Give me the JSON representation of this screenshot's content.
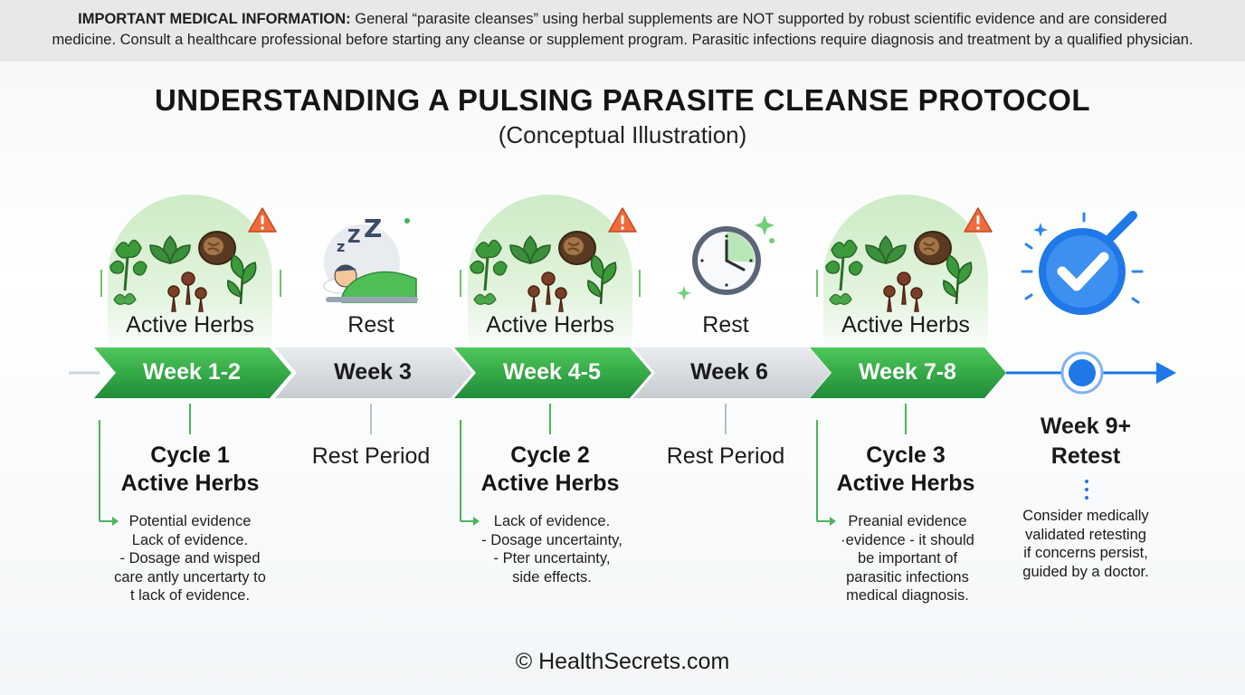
{
  "banner": {
    "lead": "IMPORTANT MEDICAL INFORMATION:",
    "text1": " General “parasite cleanses” using herbal supplements are NOT supported by robust scientific evidence and are considered",
    "text2": "medicine. Consult a healthcare professional before starting any cleanse or supplement program. Parasitic infections require diagnosis and treatment by a qualified physician."
  },
  "title": "UNDERSTANDING A PULSING PARASITE CLEANSE PROTOCOL",
  "subtitle": "(Conceptual Illustration)",
  "phases": [
    {
      "label": "Active Herbs",
      "week": "Week 1-2",
      "cycle_title": "Cycle 1",
      "cycle_sub": "Active Herbs",
      "notes": [
        "Potential evidence",
        "Lack of evidence.",
        "- Dosage and wisped",
        "care antly uncertarty to",
        "t lack of evidence."
      ]
    },
    {
      "label": "Rest",
      "week": "Week 3",
      "rest_title": "Rest Period"
    },
    {
      "label": "Active Herbs",
      "week": "Week 4-5",
      "cycle_title": "Cycle 2",
      "cycle_sub": "Active Herbs",
      "notes": [
        "Lack of evidence.",
        "- Dosage uncertainty,",
        "- Pter uncertainty,",
        "side effects."
      ]
    },
    {
      "label": "Rest",
      "week": "Week 6",
      "rest_title": "Rest Period"
    },
    {
      "label": "Active Herbs",
      "week": "Week 7-8",
      "cycle_title": "Cycle 3",
      "cycle_sub": "Active Herbs",
      "notes": [
        "Preanial evidence",
        "·evidence - it should",
        "be important of",
        "parasitic infections",
        "medical diagnosis."
      ]
    }
  ],
  "retest": {
    "title": "Week 9+",
    "sub": "Retest",
    "notes": [
      "Consider medically",
      "validated retesting",
      "if concerns persist,",
      "guided by a doctor."
    ]
  },
  "footer": "© HealthSecrets.com",
  "colors": {
    "green": "#2fa84a",
    "green_dark": "#1f8c37",
    "grey": "#d4d8dd",
    "blue": "#1e78e8",
    "warning": "#e8542c"
  },
  "icons": [
    "herb-bundle-icon",
    "warning-icon",
    "sleeping-person-icon",
    "clock-icon",
    "checkmark-badge-icon",
    "timeline-dot-icon"
  ]
}
